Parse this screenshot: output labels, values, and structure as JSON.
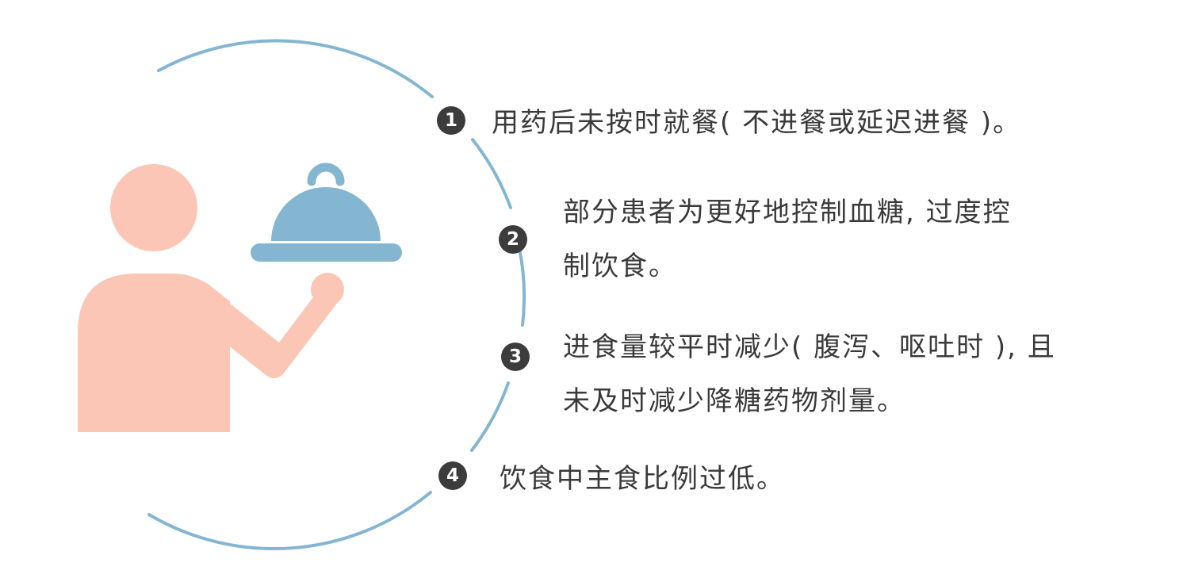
{
  "colors": {
    "arc": "#84b6d1",
    "person": "#fbc6b5",
    "cloche": "#84b6d1",
    "badge": "#3c3c3c",
    "text": "#3a3a3a",
    "background": "#ffffff"
  },
  "illustration": {
    "person_icon": "person-silhouette-icon",
    "cloche_icon": "serving-cloche-icon"
  },
  "items": [
    {
      "number": "1",
      "lines": [
        "用药后未按时就餐( 不进餐或延迟进餐 )。"
      ]
    },
    {
      "number": "2",
      "lines": [
        "部分患者为更好地控制血糖, 过度控",
        "制饮食。"
      ]
    },
    {
      "number": "3",
      "lines": [
        "进食量较平时减少( 腹泻、呕吐时 ), 且",
        "未及时减少降糖药物剂量。"
      ]
    },
    {
      "number": "4",
      "lines": [
        "饮食中主食比例过低。"
      ]
    }
  ]
}
